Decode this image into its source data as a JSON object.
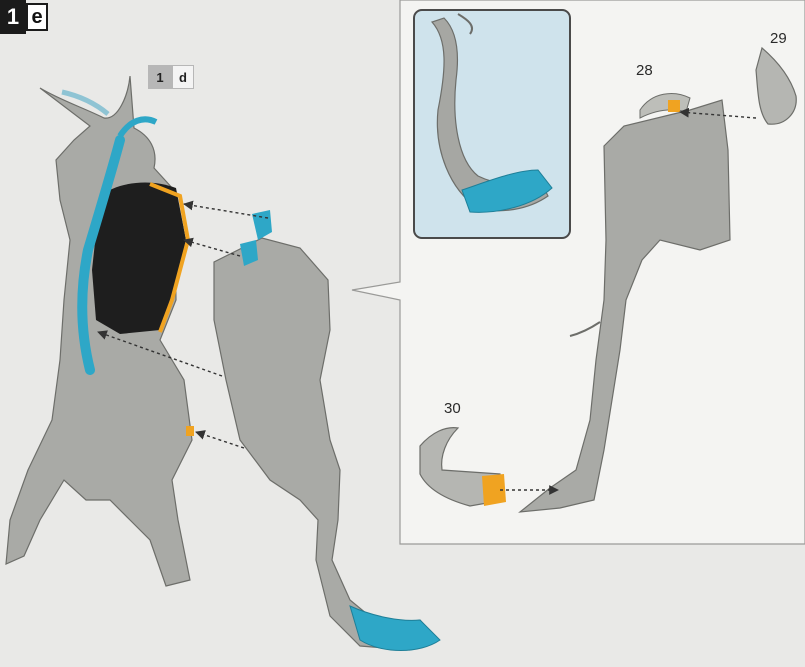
{
  "step": {
    "number": "1",
    "letter": "e"
  },
  "reference_step": {
    "number": "1",
    "letter": "d"
  },
  "parts": {
    "p28": "28",
    "p29": "29",
    "p30": "30"
  },
  "colors": {
    "background": "#e9e9e7",
    "panel": "#f4f4f2",
    "inset": "#cfe3ec",
    "model_grey": "#a9aaa6",
    "highlight_blue": "#2ea7c7",
    "glue_orange": "#f0a321",
    "arrow": "#333333"
  },
  "icons": [
    "model-body-icon",
    "wing-membrane-icon",
    "claw-inset-icon",
    "wing-part-icon",
    "assembly-arrow-icon"
  ]
}
